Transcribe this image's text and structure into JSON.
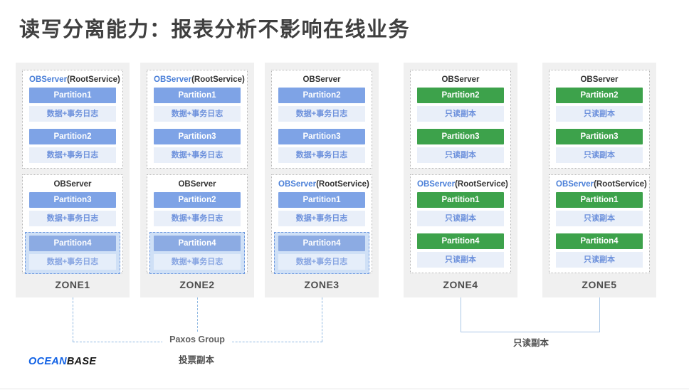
{
  "title": "读写分离能力：报表分析不影响在线业务",
  "colors": {
    "blue_partition_header": "#7ea3e6",
    "green_partition_header": "#3da24b",
    "sub_label_bg": "#e9eff9",
    "sub_label_text": "#6d91dc",
    "observer_blue_text": "#4a7fd8",
    "zone_panel_bg": "#f0f0f0",
    "connector_blue": "#90b9e2",
    "highlight_border": "#6f9ae0",
    "logo_blue": "#1061e5"
  },
  "zones": [
    {
      "label": "ZONE1",
      "servers": [
        {
          "title_main": "OBServer",
          "title_suffix": "(RootService)",
          "root": true,
          "partitions": [
            {
              "name": "Partition1",
              "sub": "数据+事务日志",
              "color": "blue",
              "highlighted": false
            },
            {
              "name": "Partition2",
              "sub": "数据+事务日志",
              "color": "blue",
              "highlighted": false
            }
          ]
        },
        {
          "title_main": "OBServer",
          "title_suffix": "",
          "root": false,
          "partitions": [
            {
              "name": "Partition3",
              "sub": "数据+事务日志",
              "color": "blue",
              "highlighted": false
            },
            {
              "name": "Partition4",
              "sub": "数据+事务日志",
              "color": "blue",
              "highlighted": true
            }
          ]
        }
      ]
    },
    {
      "label": "ZONE2",
      "servers": [
        {
          "title_main": "OBServer",
          "title_suffix": "(RootService)",
          "root": true,
          "partitions": [
            {
              "name": "Partition1",
              "sub": "数据+事务日志",
              "color": "blue",
              "highlighted": false
            },
            {
              "name": "Partition3",
              "sub": "数据+事务日志",
              "color": "blue",
              "highlighted": false
            }
          ]
        },
        {
          "title_main": "OBServer",
          "title_suffix": "",
          "root": false,
          "partitions": [
            {
              "name": "Partition2",
              "sub": "数据+事务日志",
              "color": "blue",
              "highlighted": false
            },
            {
              "name": "Partition4",
              "sub": "数据+事务日志",
              "color": "blue",
              "highlighted": true
            }
          ]
        }
      ]
    },
    {
      "label": "ZONE3",
      "servers": [
        {
          "title_main": "OBServer",
          "title_suffix": "",
          "root": false,
          "partitions": [
            {
              "name": "Partition2",
              "sub": "数据+事务日志",
              "color": "blue",
              "highlighted": false
            },
            {
              "name": "Partition3",
              "sub": "数据+事务日志",
              "color": "blue",
              "highlighted": false
            }
          ]
        },
        {
          "title_main": "OBServer",
          "title_suffix": "(RootService)",
          "root": true,
          "partitions": [
            {
              "name": "Partition1",
              "sub": "数据+事务日志",
              "color": "blue",
              "highlighted": false
            },
            {
              "name": "Partition4",
              "sub": "数据+事务日志",
              "color": "blue",
              "highlighted": true
            }
          ]
        }
      ]
    },
    {
      "label": "ZONE4",
      "servers": [
        {
          "title_main": "OBServer",
          "title_suffix": "",
          "root": false,
          "partitions": [
            {
              "name": "Partition2",
              "sub": "只读副本",
              "color": "green",
              "highlighted": false
            },
            {
              "name": "Partition3",
              "sub": "只读副本",
              "color": "green",
              "highlighted": false
            }
          ]
        },
        {
          "title_main": "OBServer",
          "title_suffix": "(RootService)",
          "root": true,
          "partitions": [
            {
              "name": "Partition1",
              "sub": "只读副本",
              "color": "green",
              "highlighted": false
            },
            {
              "name": "Partition4",
              "sub": "只读副本",
              "color": "green",
              "highlighted": false
            }
          ]
        }
      ]
    },
    {
      "label": "ZONE5",
      "servers": [
        {
          "title_main": "OBServer",
          "title_suffix": "",
          "root": false,
          "partitions": [
            {
              "name": "Partition2",
              "sub": "只读副本",
              "color": "green",
              "highlighted": false
            },
            {
              "name": "Partition3",
              "sub": "只读副本",
              "color": "green",
              "highlighted": false
            }
          ]
        },
        {
          "title_main": "OBServer",
          "title_suffix": "(RootService)",
          "root": true,
          "partitions": [
            {
              "name": "Partition1",
              "sub": "只读副本",
              "color": "green",
              "highlighted": false
            },
            {
              "name": "Partition4",
              "sub": "只读副本",
              "color": "green",
              "highlighted": false
            }
          ]
        }
      ]
    }
  ],
  "annotations": {
    "paxos_group": "Paxos Group",
    "vote_replica": "投票副本",
    "readonly_replica": "只读副本"
  },
  "logo": {
    "part1": "OCEAN",
    "part2": "BASE"
  }
}
